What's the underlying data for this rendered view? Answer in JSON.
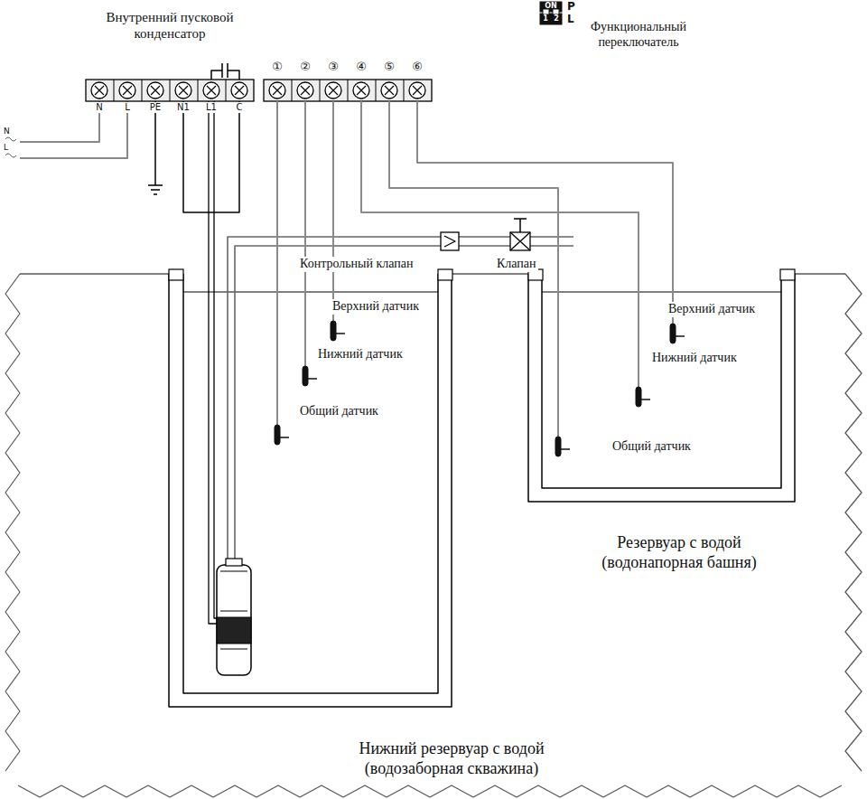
{
  "diagram": {
    "labels": [
      "Внутренний пусковой конденсатор",
      "ON",
      "P",
      "1",
      "2",
      "L",
      "Функциональный переключатель",
      "N",
      "L",
      "PE",
      "N1",
      "L1",
      "C",
      "①",
      "②",
      "③",
      "④",
      "⑤",
      "⑥",
      "N",
      "L",
      "Контрольный клапан",
      "Клапан",
      "Верхний датчик",
      "Нижний датчик",
      "Общий датчик",
      "Верхний датчик",
      "Нижний датчик",
      "Общий датчик",
      "Резервуар с водой (водонапорная башня)",
      "Нижний резервуар с водой (водозаборная скважина)"
    ]
  }
}
